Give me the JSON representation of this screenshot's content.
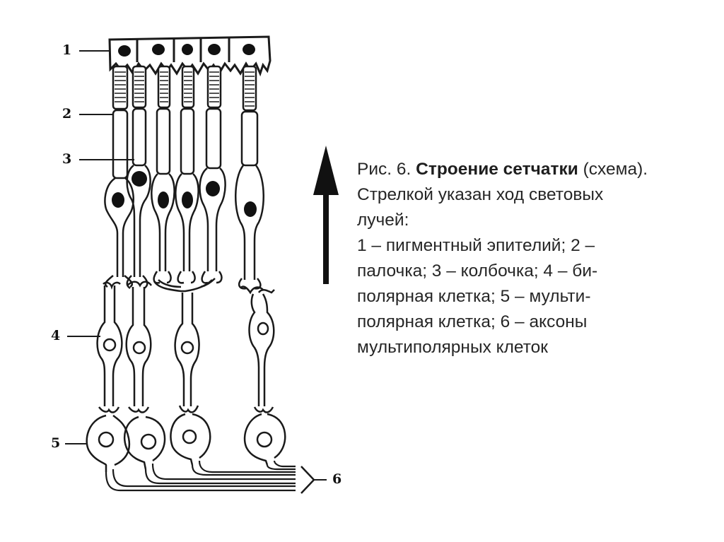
{
  "labels": {
    "pigment_epithelium": "1",
    "rod": "2",
    "cone": "3",
    "bipolar": "4",
    "multipolar": "5",
    "axons": "6"
  },
  "caption": {
    "fig_number": "Рис. 6.",
    "title": "Строение сетчатки",
    "title_note": "(схема).",
    "line2": "Стрелкой указан ход световых",
    "line3": "лучей:",
    "legend_1": "1 – пигментный эпителий; 2 –",
    "legend_2": "палочка; 3 – колбочка; 4 – би-",
    "legend_3": "полярная клетка; 5 – мульти-",
    "legend_4": "полярная клетка; 6 – аксоны",
    "legend_5": "мультиполярных клеток"
  }
}
